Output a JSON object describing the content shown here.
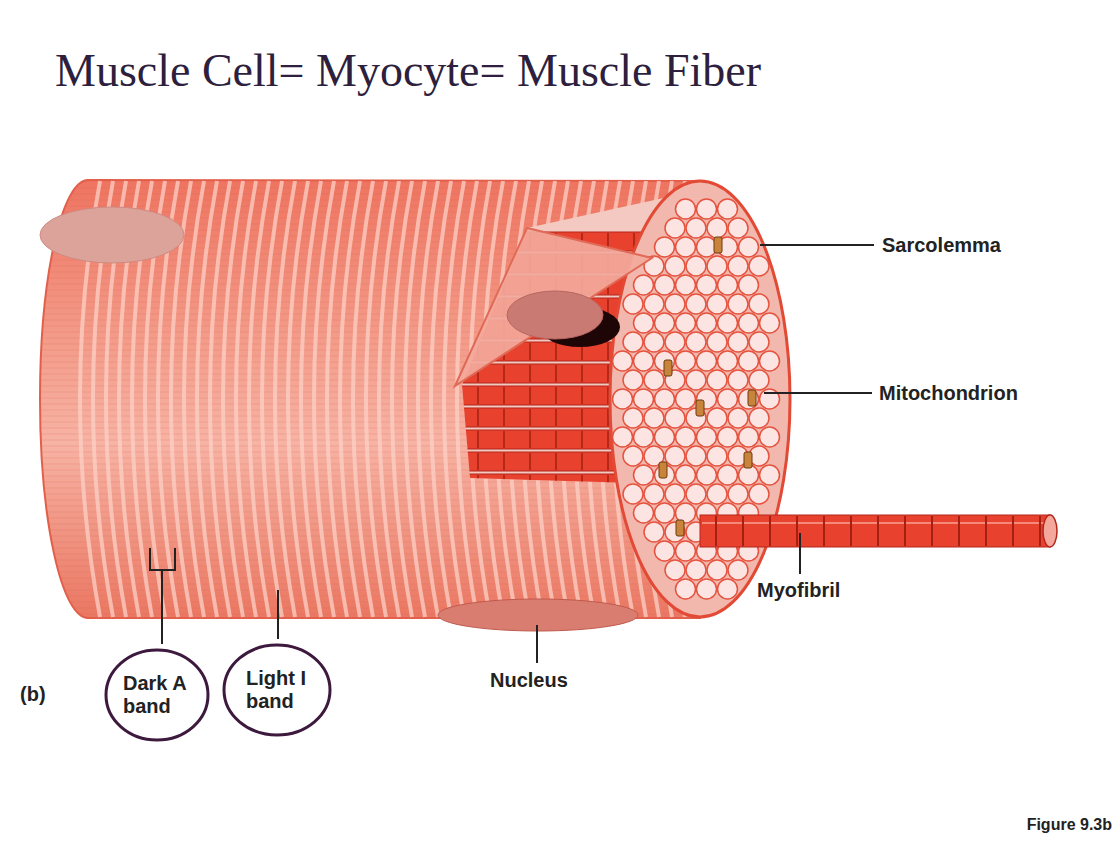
{
  "diagram": {
    "title": "Muscle Cell= Myocyte= Muscle Fiber",
    "nodes": [
      {
        "text": [
          "Dark A band"
        ]
      },
      {
        "text": [
          "Light I band"
        ]
      }
    ],
    "labels": [
      "Sarcolemma",
      "Mitochondrion",
      "Myofibril",
      "(b)",
      "Nucleus",
      "Figure 9.3b"
    ]
  }
}
